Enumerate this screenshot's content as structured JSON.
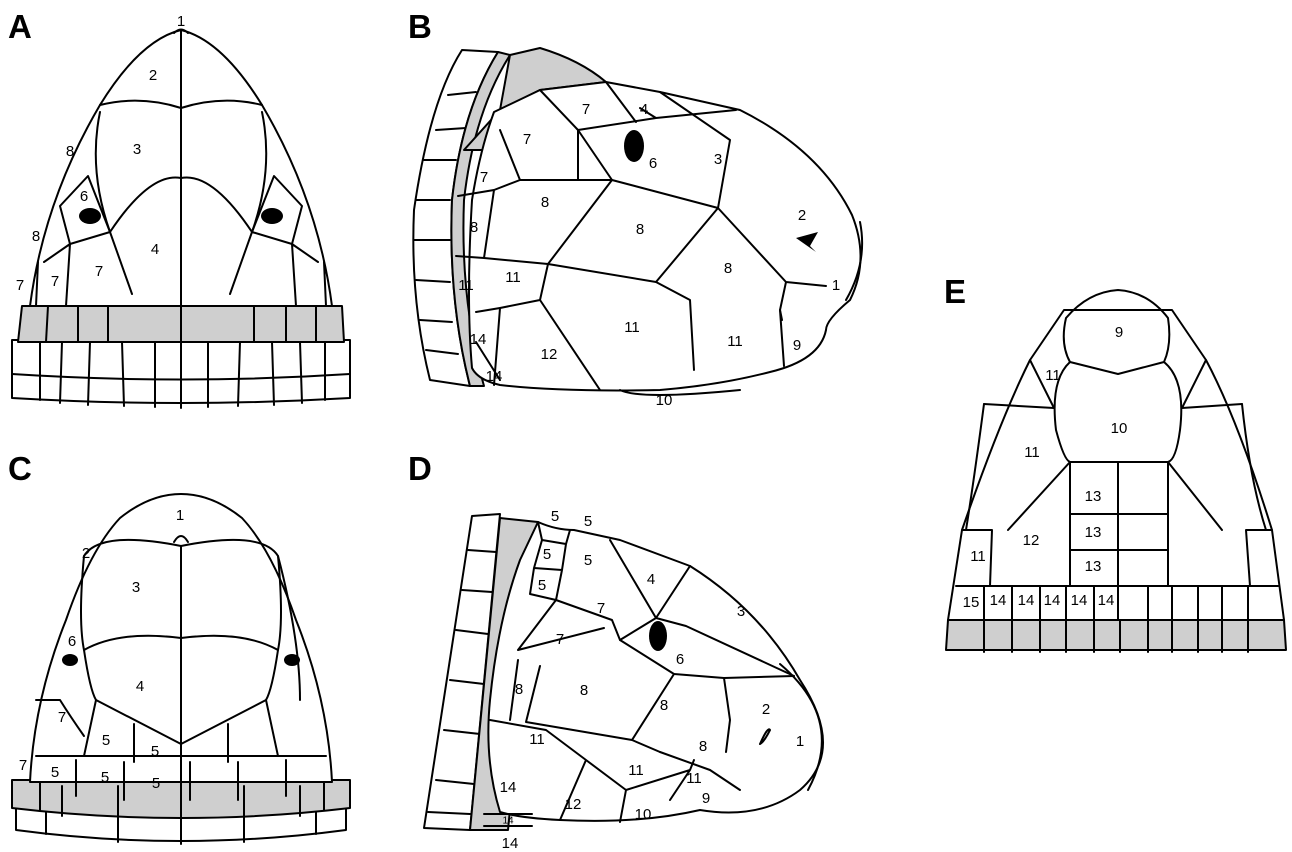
{
  "colors": {
    "outline": "#000000",
    "scale_fill": "#ffffff",
    "highlight_fill": "#cfcfcf"
  },
  "panels": {
    "A": {
      "letter": "A",
      "labels": [
        "1",
        "2",
        "3",
        "4",
        "6",
        "7",
        "7",
        "7",
        "8",
        "8"
      ]
    },
    "B": {
      "letter": "B",
      "labels": [
        "1",
        "2",
        "3",
        "4",
        "6",
        "7",
        "7",
        "7",
        "8",
        "8",
        "8",
        "8",
        "9",
        "10",
        "11",
        "11",
        "11",
        "11",
        "12",
        "14",
        "14"
      ]
    },
    "C": {
      "letter": "C",
      "labels": [
        "1",
        "2",
        "3",
        "4",
        "5",
        "5",
        "5",
        "5",
        "5",
        "6",
        "7",
        "7"
      ]
    },
    "D": {
      "letter": "D",
      "labels": [
        "1",
        "2",
        "3",
        "4",
        "5",
        "5",
        "5",
        "5",
        "5",
        "6",
        "7",
        "7",
        "8",
        "8",
        "8",
        "8",
        "9",
        "10",
        "11",
        "11",
        "11",
        "12",
        "14",
        "14",
        "14"
      ]
    },
    "E": {
      "letter": "E",
      "labels": [
        "9",
        "10",
        "11",
        "11",
        "11",
        "12",
        "13",
        "13",
        "13",
        "15",
        "14",
        "14",
        "14",
        "14",
        "14"
      ]
    }
  }
}
